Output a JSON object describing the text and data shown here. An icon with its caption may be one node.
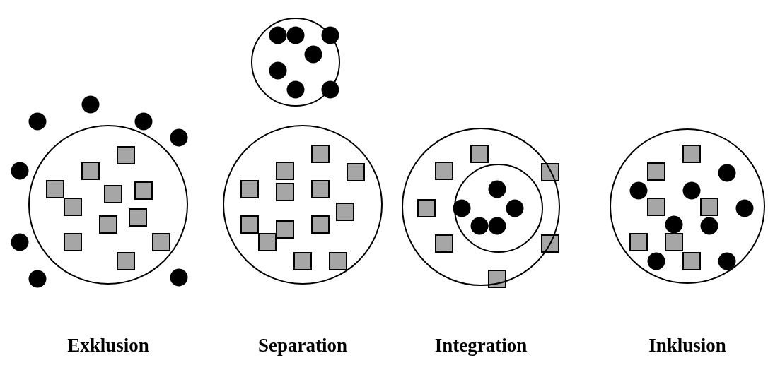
{
  "diagram": {
    "nodes": [
      {
        "text": [],
        "shape": "circle",
        "beside": [
          "Exklusion"
        ]
      },
      {
        "text": [],
        "shape": "circle"
      },
      {
        "text": [],
        "shape": "circle",
        "beside": [
          "Separation"
        ]
      },
      {
        "text": [],
        "shape": "circle",
        "beside": [
          "Integration"
        ]
      },
      {
        "text": [],
        "shape": "circle",
        "in": 3
      },
      {
        "text": [],
        "shape": "circle",
        "beside": [
          "Inklusion"
        ]
      }
    ]
  }
}
